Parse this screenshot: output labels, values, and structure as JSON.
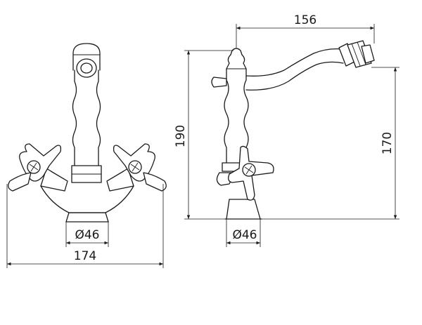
{
  "front_view": {
    "base_diameter_label": "Ø46",
    "overall_width_label": "174"
  },
  "side_view": {
    "spout_reach_label": "156",
    "overall_height_label": "190",
    "outlet_height_label": "170",
    "base_diameter_label": "Ø46"
  }
}
